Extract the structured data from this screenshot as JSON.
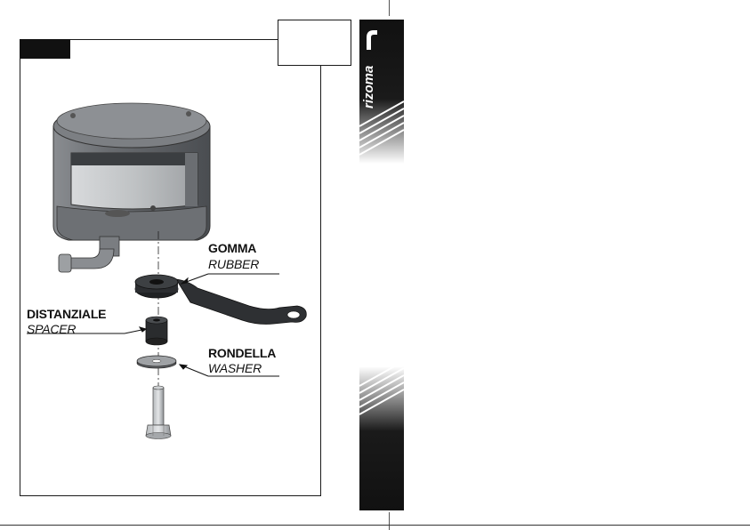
{
  "labels": {
    "rubber": {
      "it": "GOMMA",
      "en": "RUBBER"
    },
    "spacer": {
      "it": "DISTANZIALE",
      "en": "SPACER"
    },
    "washer": {
      "it": "RONDELLA",
      "en": "WASHER"
    }
  },
  "brand": {
    "name": "rizoma",
    "color": "#111111"
  },
  "colors": {
    "part_grey": "#6b6e72",
    "part_dark": "#2a2c2e",
    "window": "#c9ccce"
  }
}
